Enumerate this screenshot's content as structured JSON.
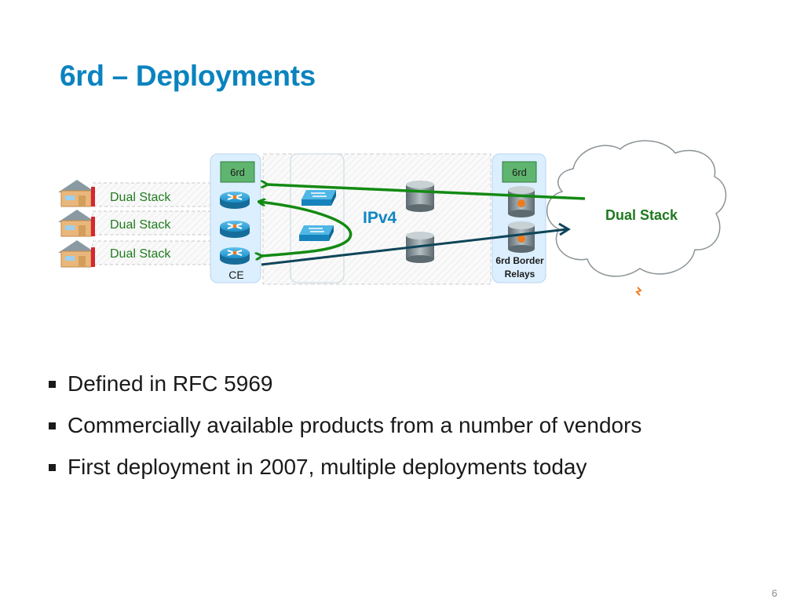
{
  "slide": {
    "title": "6rd – Deployments",
    "page_number": "6"
  },
  "diagram": {
    "homes": [
      {
        "label": "Dual Stack"
      },
      {
        "label": "Dual Stack"
      },
      {
        "label": "Dual Stack"
      }
    ],
    "ce": {
      "tag": "6rd",
      "label": "CE"
    },
    "core": {
      "label": "IPv4"
    },
    "border_relays": {
      "tag": "6rd",
      "label_line1": "6rd Border",
      "label_line2": "Relays"
    },
    "cloud": {
      "label": "Dual Stack"
    },
    "colors": {
      "title_blue": "#0a83bf",
      "dual_stack_green": "#1f7a1f",
      "arrow_green": "#138a13",
      "arrow_navy": "#0f4559",
      "tag_fill": "#5fb56f",
      "panel_fill": "#dcefff"
    }
  },
  "bullets": [
    "Defined in RFC 5969",
    "Commercially available products from a number of vendors",
    "First deployment in 2007, multiple deployments today"
  ]
}
